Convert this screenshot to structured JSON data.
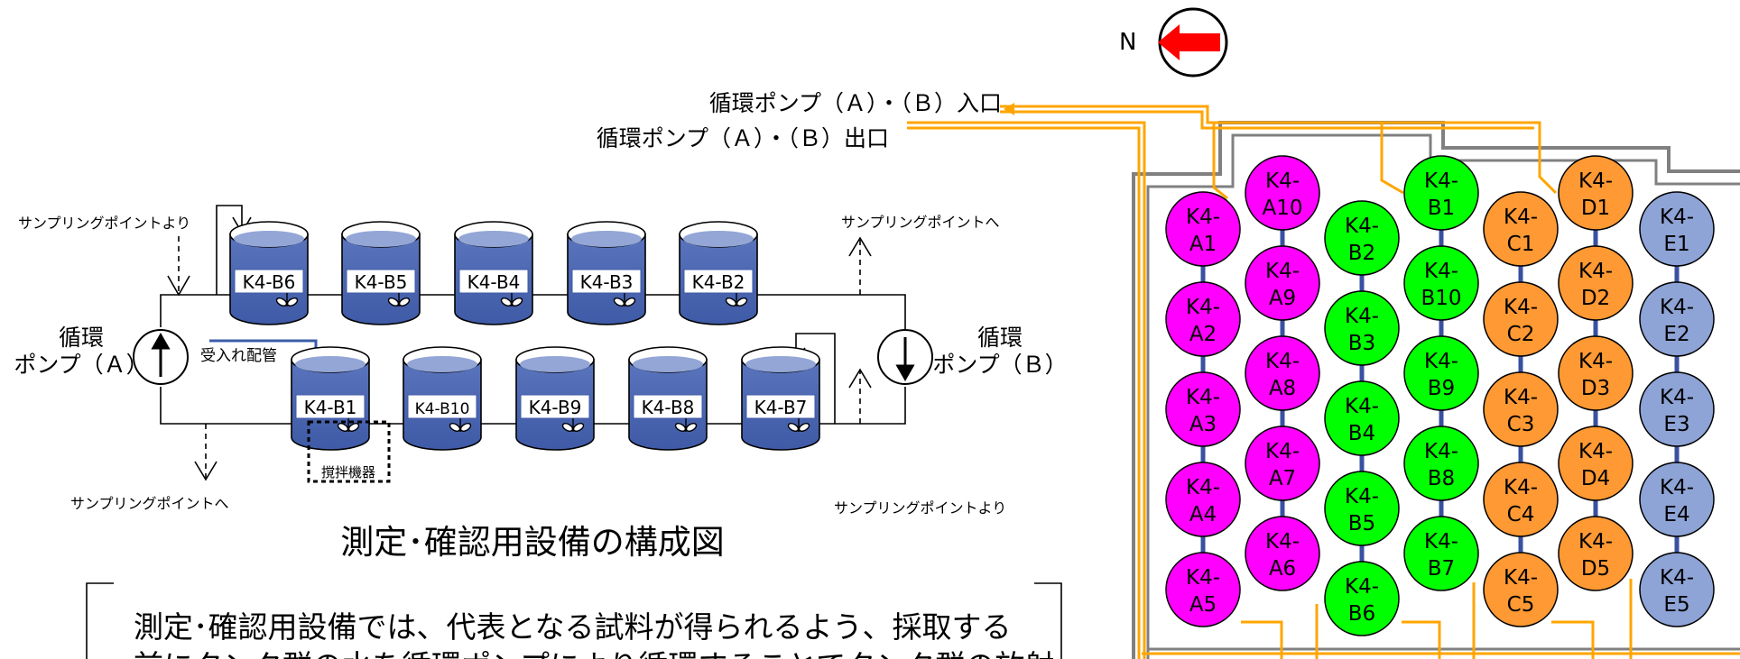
{
  "compass": {
    "label": "N",
    "arrow_color": "#ff0000"
  },
  "pump_labels": {
    "inlet": "循環ポンプ（Ａ）・（Ｂ）入口",
    "outlet": "循環ポンプ（Ａ）・（Ｂ）出口"
  },
  "left_diagram": {
    "pump_a": "循環\nポンプ（Ａ）",
    "pump_b": "循環\nポンプ（Ｂ）",
    "sampling_from": "サンプリングポイントより",
    "sampling_to": "サンプリングポイントへ",
    "receiving_pipe": "受入れ配管",
    "agitator": "撹拌機器",
    "upper_tanks": [
      "K4-B6",
      "K4-B5",
      "K4-B4",
      "K4-B3",
      "K4-B2"
    ],
    "lower_tanks": [
      "K4-B1",
      "K4-B10",
      "K4-B9",
      "K4-B8",
      "K4-B7"
    ],
    "caption": "測定･確認用設備の構成図",
    "description_line1": "測定･確認用設備では、代表となる試料が得られるよう、採取する",
    "description_line2": "前にタンク群の水を循環ポンプにより循環することでタンク群の放射"
  },
  "tank_layout": {
    "columns": [
      {
        "color": "#ff00ff",
        "labels": [
          "K4-\nA1",
          "K4-\nA2",
          "K4-\nA3",
          "K4-\nA4",
          "K4-\nA5"
        ]
      },
      {
        "color": "#ff00ff",
        "labels": [
          "K4-\nA10",
          "K4-\nA9",
          "K4-\nA8",
          "K4-\nA7",
          "K4-\nA6"
        ]
      },
      {
        "color": "#00ff00",
        "labels": [
          "K4-\nB2",
          "K4-\nB3",
          "K4-\nB4",
          "K4-\nB5",
          "K4-\nB6"
        ]
      },
      {
        "color": "#00ff00",
        "labels": [
          "K4-\nB1",
          "K4-\nB10",
          "K4-\nB9",
          "K4-\nB8",
          "K4-\nB7"
        ]
      },
      {
        "color": "#ff9933",
        "labels": [
          "K4-\nC1",
          "K4-\nC2",
          "K4-\nC3",
          "K4-\nC4",
          "K4-\nC5"
        ]
      },
      {
        "color": "#ff9933",
        "labels": [
          "K4-\nD1",
          "K4-\nD2",
          "K4-\nD3",
          "K4-\nD4",
          "K4-\nD5"
        ]
      },
      {
        "color": "#8ea3d6",
        "labels": [
          "K4-\nE1",
          "K4-\nE2",
          "K4-\nE3",
          "K4-\nE4",
          "K4-\nE5"
        ]
      }
    ],
    "pipe_color": "#ffa500",
    "link_color": "#3a50a0"
  }
}
